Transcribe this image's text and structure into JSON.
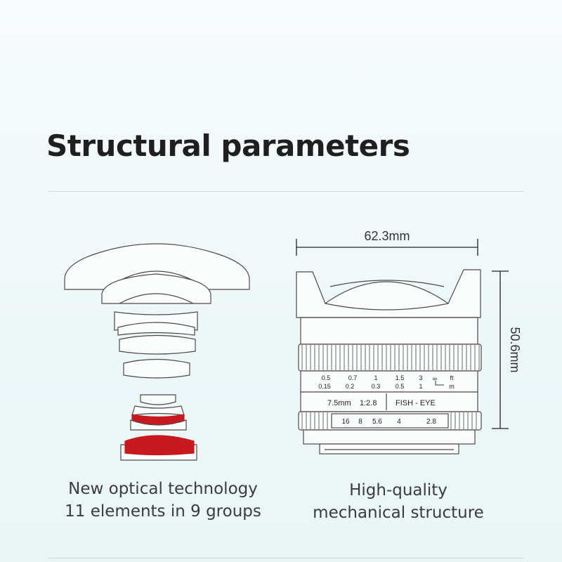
{
  "title": "Structural parameters",
  "optics": {
    "caption_line1": "New optical technology",
    "caption_line2": "11 elements in 9 groups",
    "highlight_color": "#c8191e"
  },
  "lens": {
    "caption_line1": "High-quality",
    "caption_line2": "mechanical structure",
    "width_label": "62.3mm",
    "height_label": "50.6mm",
    "distance_ft": [
      "0.5",
      "0.7",
      "1",
      "1.5",
      "3",
      "∞",
      "ft"
    ],
    "distance_m": [
      "0.15",
      "0.2",
      "0.3",
      "0.5",
      "1",
      "m"
    ],
    "focal": "7.5mm",
    "aperture": "1:2.8",
    "model": "FISH - EYE",
    "fstops": [
      "16",
      "8",
      "5.6",
      "4",
      "2.8"
    ]
  }
}
